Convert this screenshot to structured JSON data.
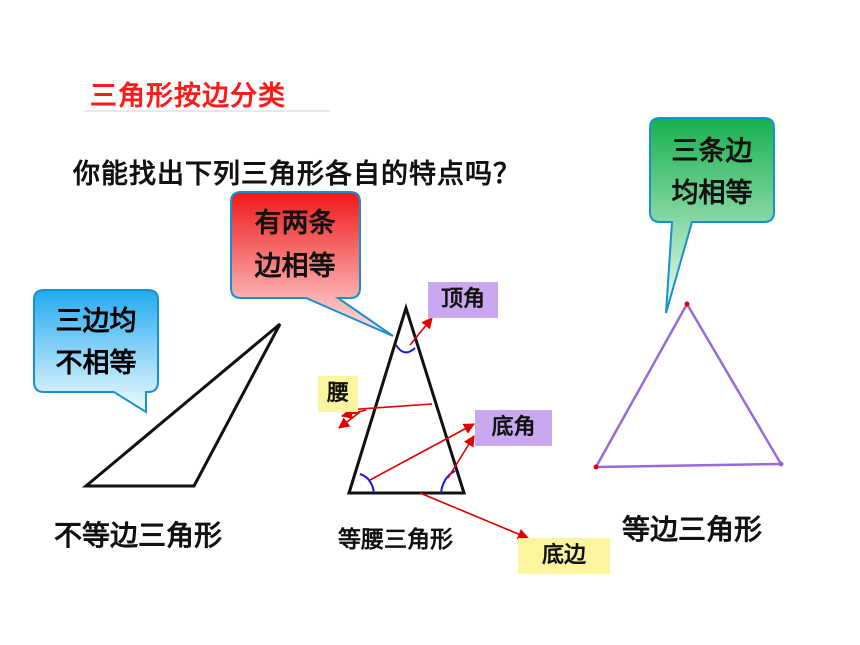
{
  "title": "三角形按边分类",
  "question": "你能找出下列三角形各自的特点吗？",
  "bubbles": {
    "scalene": {
      "line1": "三边均",
      "line2": "不相等"
    },
    "isosceles": {
      "line1": "有两条",
      "line2": "边相等"
    },
    "equilateral": {
      "line1": "三条边",
      "line2": "均相等"
    }
  },
  "tags": {
    "vertex_angle": "顶角",
    "leg": "腰",
    "base_angle": "底角",
    "base": "底边"
  },
  "labels": {
    "scalene": "不等边三角形",
    "isosceles": "等腰三角形",
    "equilateral": "等边三角形"
  },
  "colors": {
    "title": "#ff1a1a",
    "arrow": "#e00000",
    "angle_mark": "#1a1adc",
    "equilateral_stroke": "#9a6ad8",
    "vertex_dot": "#e00000"
  }
}
